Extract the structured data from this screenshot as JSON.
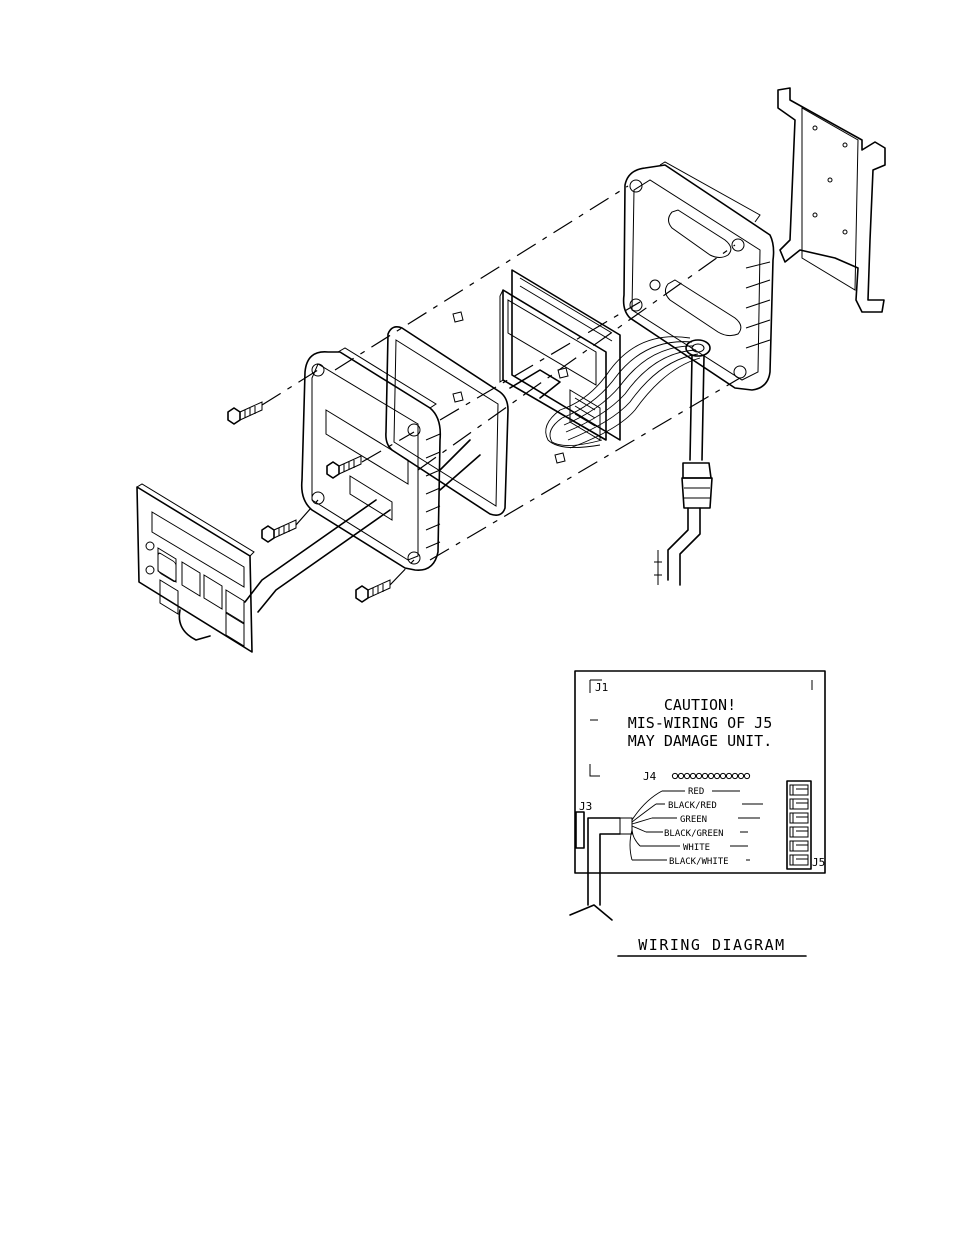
{
  "wiring": {
    "connector_j1": "J1",
    "connector_j3": "J3",
    "connector_j4": "J4",
    "connector_j5": "J5",
    "caution_line1": "CAUTION!",
    "caution_line2": "MIS-WIRING OF J5",
    "caution_line3": "MAY DAMAGE UNIT.",
    "wire_labels": [
      "RED",
      "BLACK/RED",
      "GREEN",
      "BLACK/GREEN",
      "WHITE",
      "BLACK/WHITE"
    ],
    "diagram_title": "WIRING DIAGRAM"
  }
}
